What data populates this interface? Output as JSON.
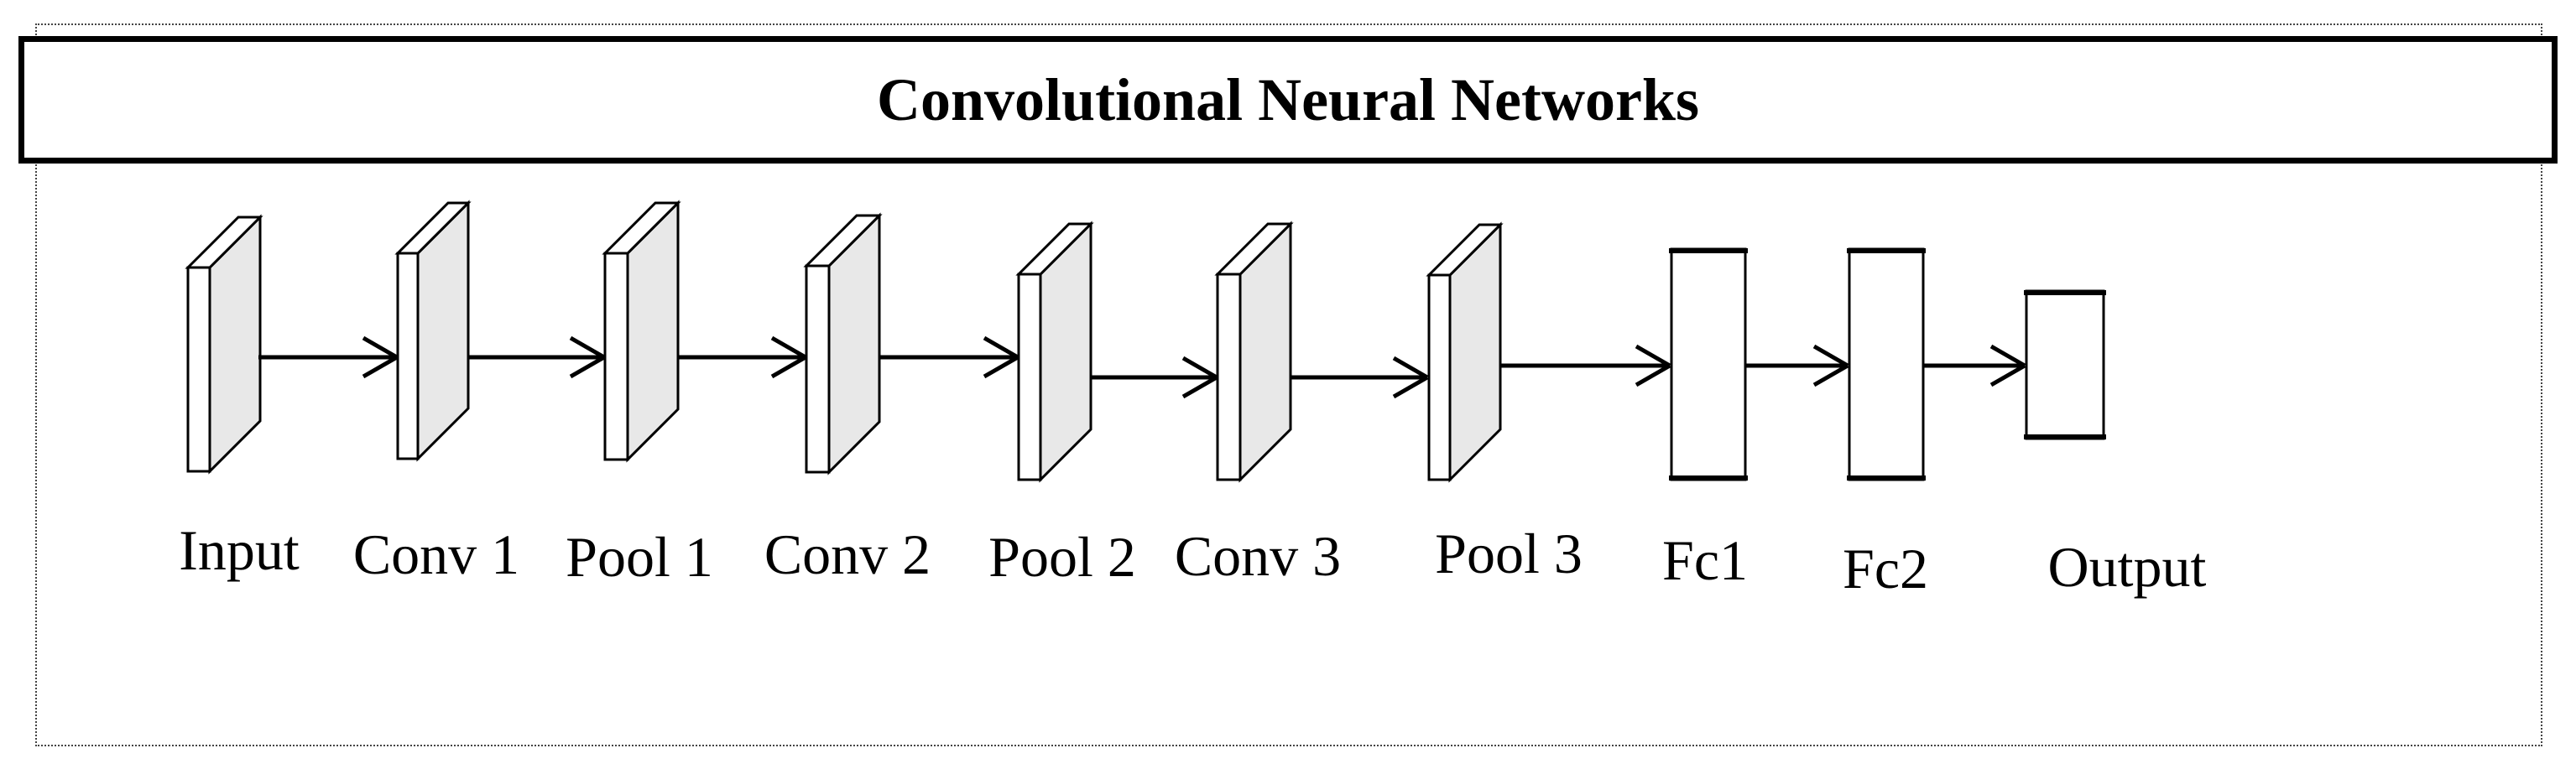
{
  "title": {
    "text": "Convolutional Neural Networks"
  },
  "diagram": {
    "type": "flow-diagram",
    "direction": "left-to-right",
    "layers": [
      {
        "label": "Input",
        "shape": "slab-3d"
      },
      {
        "label": "Conv 1",
        "shape": "slab-3d"
      },
      {
        "label": "Pool 1",
        "shape": "slab-3d"
      },
      {
        "label": "Conv 2",
        "shape": "slab-3d"
      },
      {
        "label": "Pool 2",
        "shape": "slab-3d"
      },
      {
        "label": "Conv 3",
        "shape": "slab-3d"
      },
      {
        "label": "Pool 3",
        "shape": "slab-3d"
      },
      {
        "label": "Fc1",
        "shape": "flat-rect"
      },
      {
        "label": "Fc2",
        "shape": "flat-rect"
      },
      {
        "label": "Output",
        "shape": "flat-rect-small"
      }
    ],
    "connections": [
      {
        "from": "Input",
        "to": "Conv 1"
      },
      {
        "from": "Conv 1",
        "to": "Pool 1"
      },
      {
        "from": "Pool 1",
        "to": "Conv 2"
      },
      {
        "from": "Conv 2",
        "to": "Pool 2"
      },
      {
        "from": "Pool 2",
        "to": "Conv 3"
      },
      {
        "from": "Conv 3",
        "to": "Pool 3"
      },
      {
        "from": "Pool 3",
        "to": "Fc1"
      },
      {
        "from": "Fc1",
        "to": "Fc2"
      },
      {
        "from": "Fc2",
        "to": "Output"
      }
    ]
  },
  "colors": {
    "background": "#ffffff",
    "stroke": "#000000",
    "face_fill": "#ffffff",
    "slab_side_fill": "#e8e8e8",
    "frame_dotted": "#444444"
  }
}
